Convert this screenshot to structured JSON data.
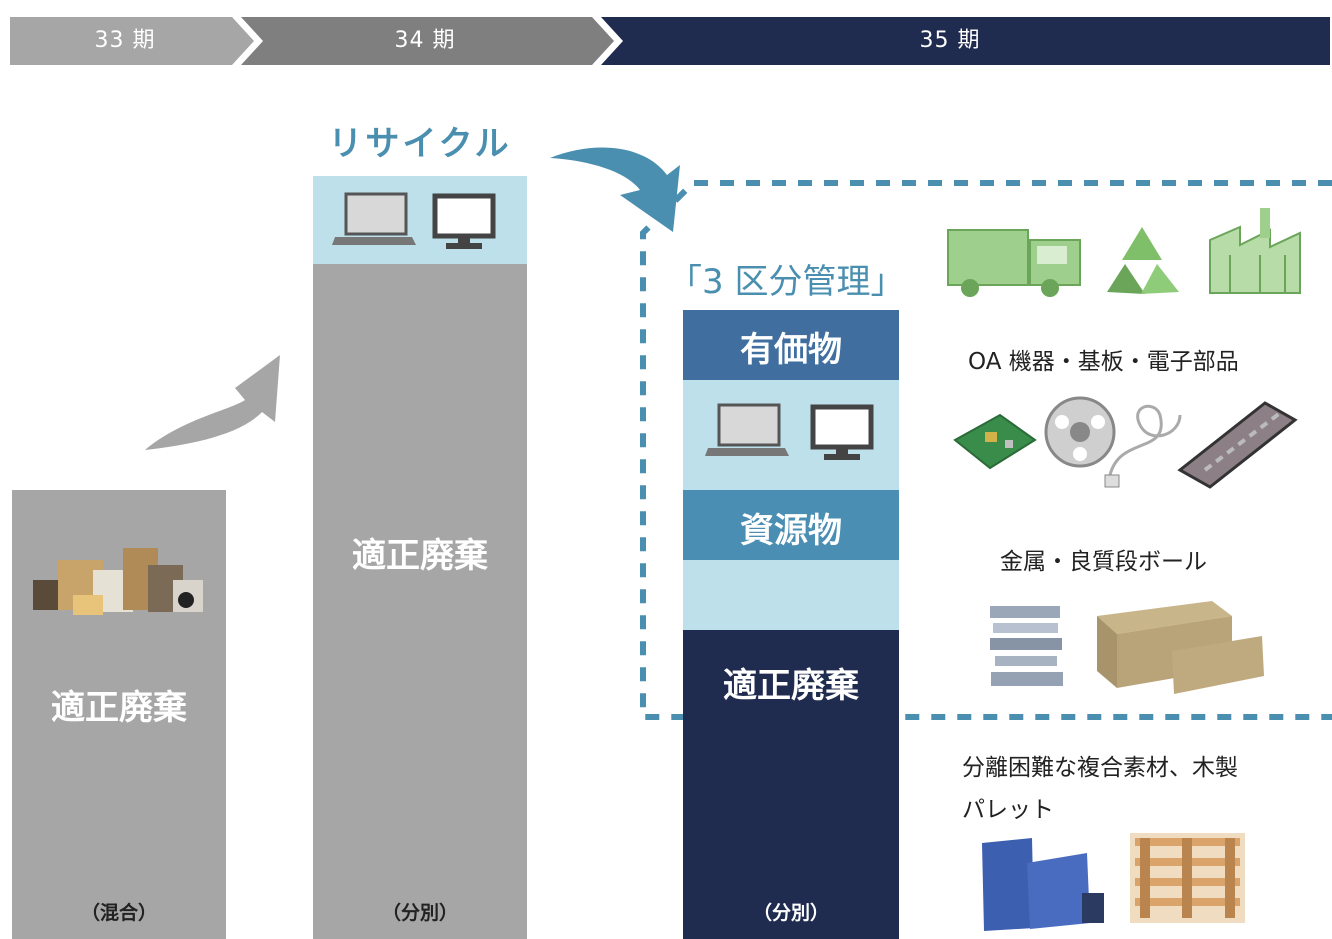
{
  "phases": [
    {
      "label": "33 期",
      "color": "#a6a6a6"
    },
    {
      "label": "34 期",
      "color": "#7f7f7f"
    },
    {
      "label": "35 期",
      "color": "#1f2b4f"
    }
  ],
  "stage33": {
    "label": "適正廃棄",
    "footer": "（混合）"
  },
  "stage34": {
    "recycle_title": "リサイクル",
    "label": "適正廃棄",
    "footer": "（分別）"
  },
  "stage35": {
    "title": "「3 区分管理」",
    "valuables": "有価物",
    "resources": "資源物",
    "disposal": "適正廃棄",
    "footer": "（分別）"
  },
  "categories": {
    "oa": "OA 機器・基板・電子部品",
    "metal": "金属・良質段ボール",
    "composite_line1": "分離困難な複合素材、木製",
    "composite_line2": "パレット"
  },
  "colors": {
    "recycle_blue": "#4a8fb0",
    "light_blue": "#bde0ea",
    "valuables_blue": "#3f6e9f",
    "resources_blue": "#4a8eb3",
    "navy": "#1f2b4f",
    "gray_bar": "#a6a6a6"
  }
}
